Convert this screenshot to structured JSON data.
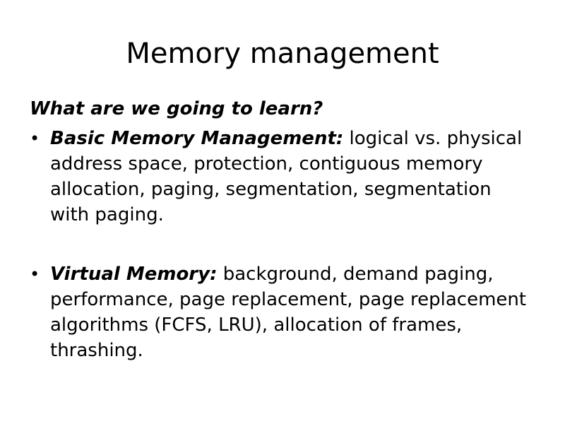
{
  "slide": {
    "title": "Memory management",
    "subtitle": "What are we going to learn?",
    "bullets": [
      {
        "marker": "•",
        "term": "Basic Memory Management:",
        "text": " logical vs. physical address space, protection, contiguous memory allocation, paging, segmentation, segmentation with paging."
      },
      {
        "marker": "•",
        "term": "Virtual Memory:",
        "text": " background, demand paging, performance, page replacement, page replacement algorithms (FCFS, LRU), allocation of frames, thrashing."
      }
    ]
  }
}
